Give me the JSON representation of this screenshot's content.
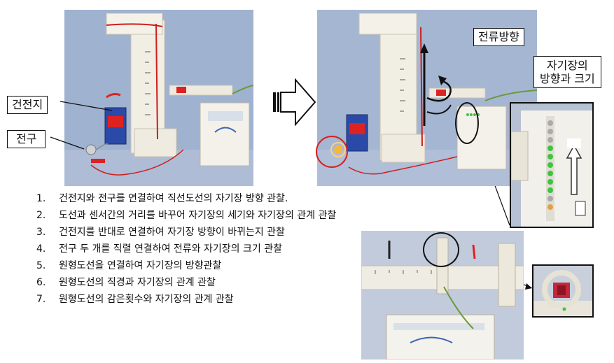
{
  "labels": {
    "battery": "건전지",
    "bulb": "전구",
    "current_direction": "전류방향",
    "field_line1": "자기장의",
    "field_line2": "방향과 크기"
  },
  "steps": [
    {
      "num": "1.",
      "text": "건전지와 전구를 연결하여 직선도선의 자기장 방향 관찰."
    },
    {
      "num": "2.",
      "text": "도선과 센서간의 거리를 바꾸어 자기장의 세기와 자기장의 관계 관찰"
    },
    {
      "num": "3.",
      "text": "건전지를 반대로 연결하여 자기장 방향이 바뀌는지 관찰"
    },
    {
      "num": "4.",
      "text": "전구 두 개를 직렬 연결하여 전류와 자기장의 크기 관찰"
    },
    {
      "num": "5.",
      "text": "원형도선을 연결하여 자기장의 방향관찰"
    },
    {
      "num": "6.",
      "text": "원형도선의 직경과 자기장의 관계 관찰"
    },
    {
      "num": "7.",
      "text": "원형도선의 감은횟수와  자기장의 관계 관찰"
    }
  ],
  "colors": {
    "photo_bg": "#9fb2cf",
    "callout_border": "#111111",
    "bulb_circle": "#d42020",
    "led_green": "#3ec43e"
  },
  "icons": [
    "right-arrow-icon",
    "current-arrow-icon",
    "curl-arrow-icon"
  ]
}
